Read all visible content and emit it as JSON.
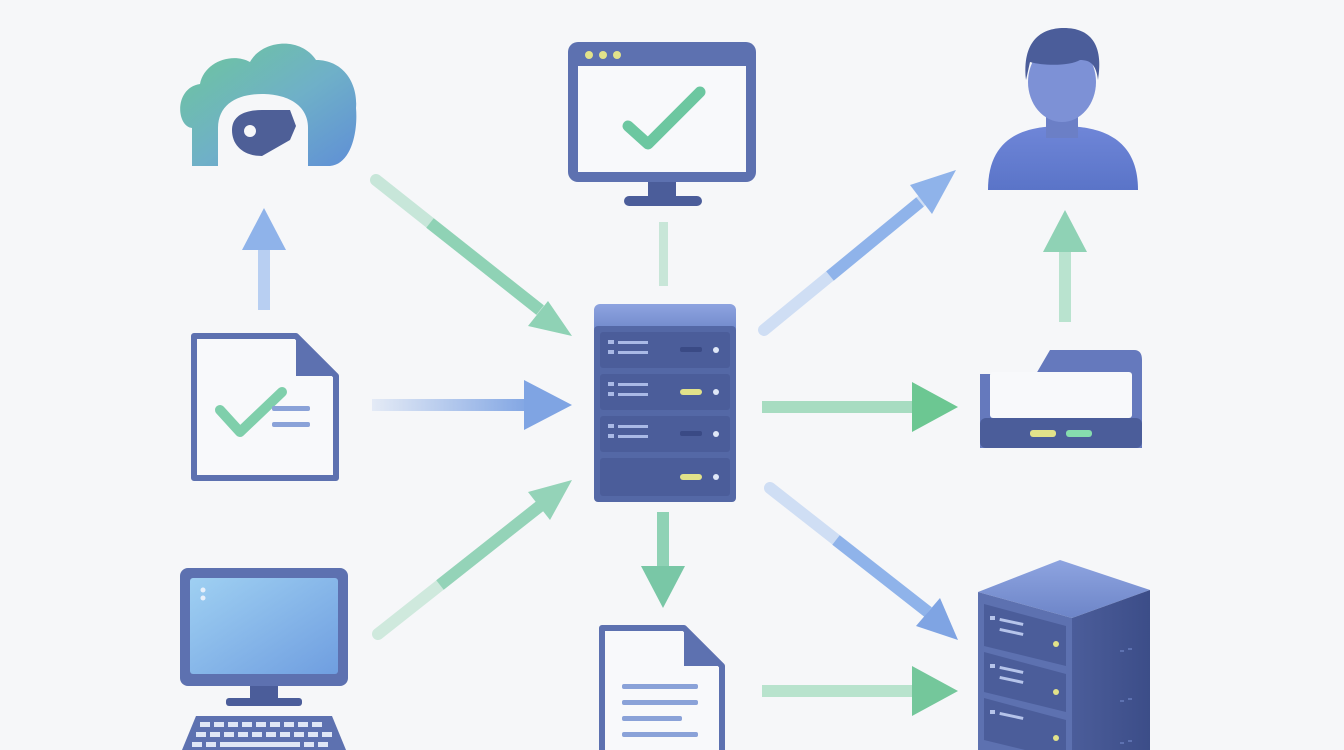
{
  "diagram": {
    "colors": {
      "background": "#f6f7f9",
      "primary_blue": "#5d71b0",
      "dark_blue": "#4b5d9a",
      "light_blue": "#7fa4e3",
      "green": "#6cc7a0",
      "screen": "#c9dcf3",
      "led_yellow": "#e2e28a",
      "led_green": "#86dcae"
    },
    "nodes": [
      {
        "id": "cloud",
        "icon": "cloud-lock-icon"
      },
      {
        "id": "monitor",
        "icon": "monitor-check-icon"
      },
      {
        "id": "user",
        "icon": "user-icon"
      },
      {
        "id": "document-check",
        "icon": "document-check-icon"
      },
      {
        "id": "central-server",
        "icon": "server-rack-icon"
      },
      {
        "id": "storage-drive",
        "icon": "storage-drive-icon"
      },
      {
        "id": "desktop-computer",
        "icon": "desktop-computer-icon"
      },
      {
        "id": "document",
        "icon": "document-icon"
      },
      {
        "id": "server-3d",
        "icon": "server-3d-icon"
      }
    ],
    "connections": [
      {
        "from": "cloud",
        "to": "central-server",
        "color": "green"
      },
      {
        "from": "document-check",
        "to": "cloud",
        "color": "blue"
      },
      {
        "from": "document-check",
        "to": "central-server",
        "color": "blue"
      },
      {
        "from": "desktop-computer",
        "to": "central-server",
        "color": "green"
      },
      {
        "from": "monitor",
        "to": "central-server",
        "color": "green"
      },
      {
        "from": "central-server",
        "to": "user",
        "color": "blue"
      },
      {
        "from": "central-server",
        "to": "storage-drive",
        "color": "green"
      },
      {
        "from": "storage-drive",
        "to": "user",
        "color": "green"
      },
      {
        "from": "central-server",
        "to": "document",
        "color": "green"
      },
      {
        "from": "central-server",
        "to": "server-3d",
        "color": "blue"
      },
      {
        "from": "document",
        "to": "server-3d",
        "color": "green"
      }
    ]
  }
}
